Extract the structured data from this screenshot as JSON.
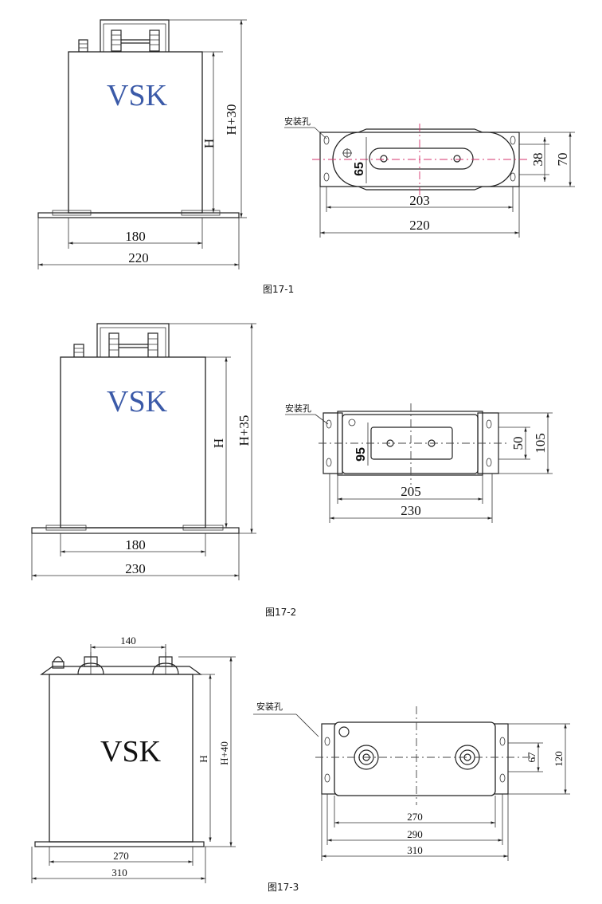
{
  "brand_label": "VSK",
  "mount_hole_label": "安装孔",
  "height_label": "H",
  "figures": [
    {
      "caption": "图17-1",
      "side": {
        "height_total": "H+30",
        "width_inner": "180",
        "width_outer": "220"
      },
      "top": {
        "slot_width": "65",
        "spacing": "38",
        "depth": "70",
        "inner": "203",
        "outer": "220"
      }
    },
    {
      "caption": "图17-2",
      "side": {
        "height_total": "H+35",
        "width_inner": "180",
        "width_outer": "230"
      },
      "top": {
        "slot_width": "95",
        "spacing": "50",
        "depth": "105",
        "inner": "205",
        "outer": "230"
      }
    },
    {
      "caption": "图17-3",
      "side": {
        "terminal_spacing": "140",
        "height_total": "H+40",
        "width_inner": "270",
        "width_outer": "310"
      },
      "top": {
        "spacing": "67",
        "depth": "120",
        "inner": "270",
        "middle": "290",
        "outer": "310"
      }
    }
  ]
}
